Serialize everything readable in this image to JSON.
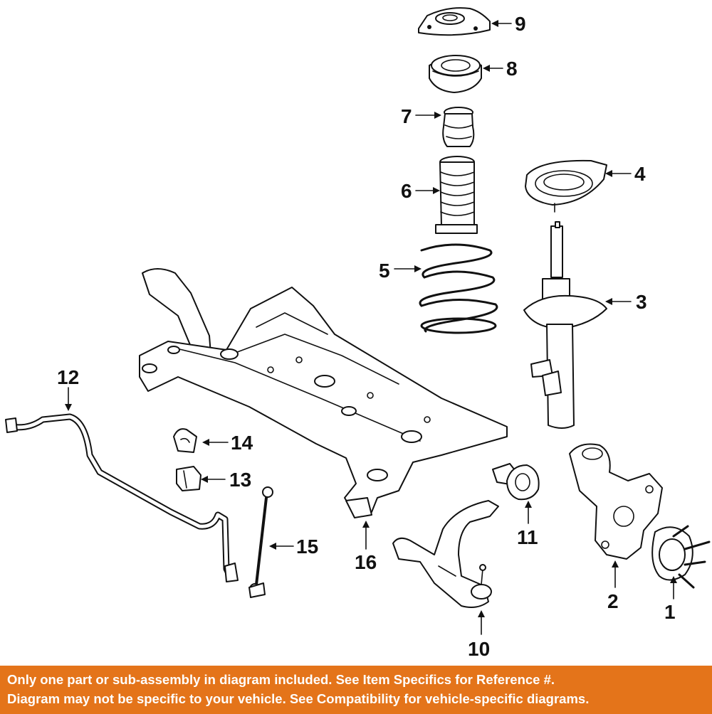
{
  "diagram": {
    "callouts": {
      "c1": "1",
      "c2": "2",
      "c3": "3",
      "c4": "4",
      "c5": "5",
      "c6": "6",
      "c7": "7",
      "c8": "8",
      "c9": "9",
      "c10": "10",
      "c11": "11",
      "c12": "12",
      "c13": "13",
      "c14": "14",
      "c15": "15",
      "c16": "16"
    }
  },
  "notice": {
    "line1": "Only one part or sub-assembly in diagram included. See Item Specifics for Reference #.",
    "line2": "Diagram may not be specific to your vehicle. See Compatibility for vehicle-specific diagrams.",
    "background_color": "#e4741a",
    "text_color": "#ffffff"
  }
}
